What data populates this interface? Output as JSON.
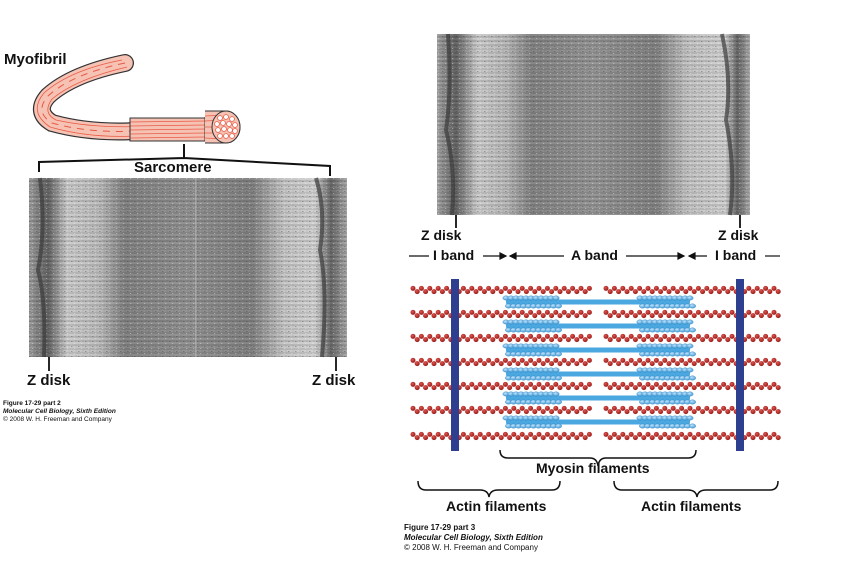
{
  "left_panel": {
    "myofibril_label": "Myofibril",
    "sarcomere_label": "Sarcomere",
    "z_disk_left": "Z disk",
    "z_disk_right": "Z disk",
    "caption": {
      "figure": "Figure 17-29 part 2",
      "book": "Molecular Cell Biology, Sixth Edition",
      "copyright": "© 2008 W. H. Freeman and Company"
    }
  },
  "right_panel": {
    "z_disk_left": "Z disk",
    "z_disk_right": "Z disk",
    "i_band_left": "I band",
    "a_band": "A band",
    "i_band_right": "I band",
    "myosin_label": "Myosin filaments",
    "actin_left": "Actin filaments",
    "actin_right": "Actin filaments",
    "caption": {
      "figure": "Figure 17-29 part 3",
      "book": "Molecular Cell Biology, Sixth Edition",
      "copyright": "© 2008 W. H. Freeman and Company"
    }
  },
  "colors": {
    "actin": "#c0231e",
    "myosin": "#4aa7e0",
    "z_line": "#2f3f8f",
    "micrograph_mid": "#8a8a8a"
  }
}
